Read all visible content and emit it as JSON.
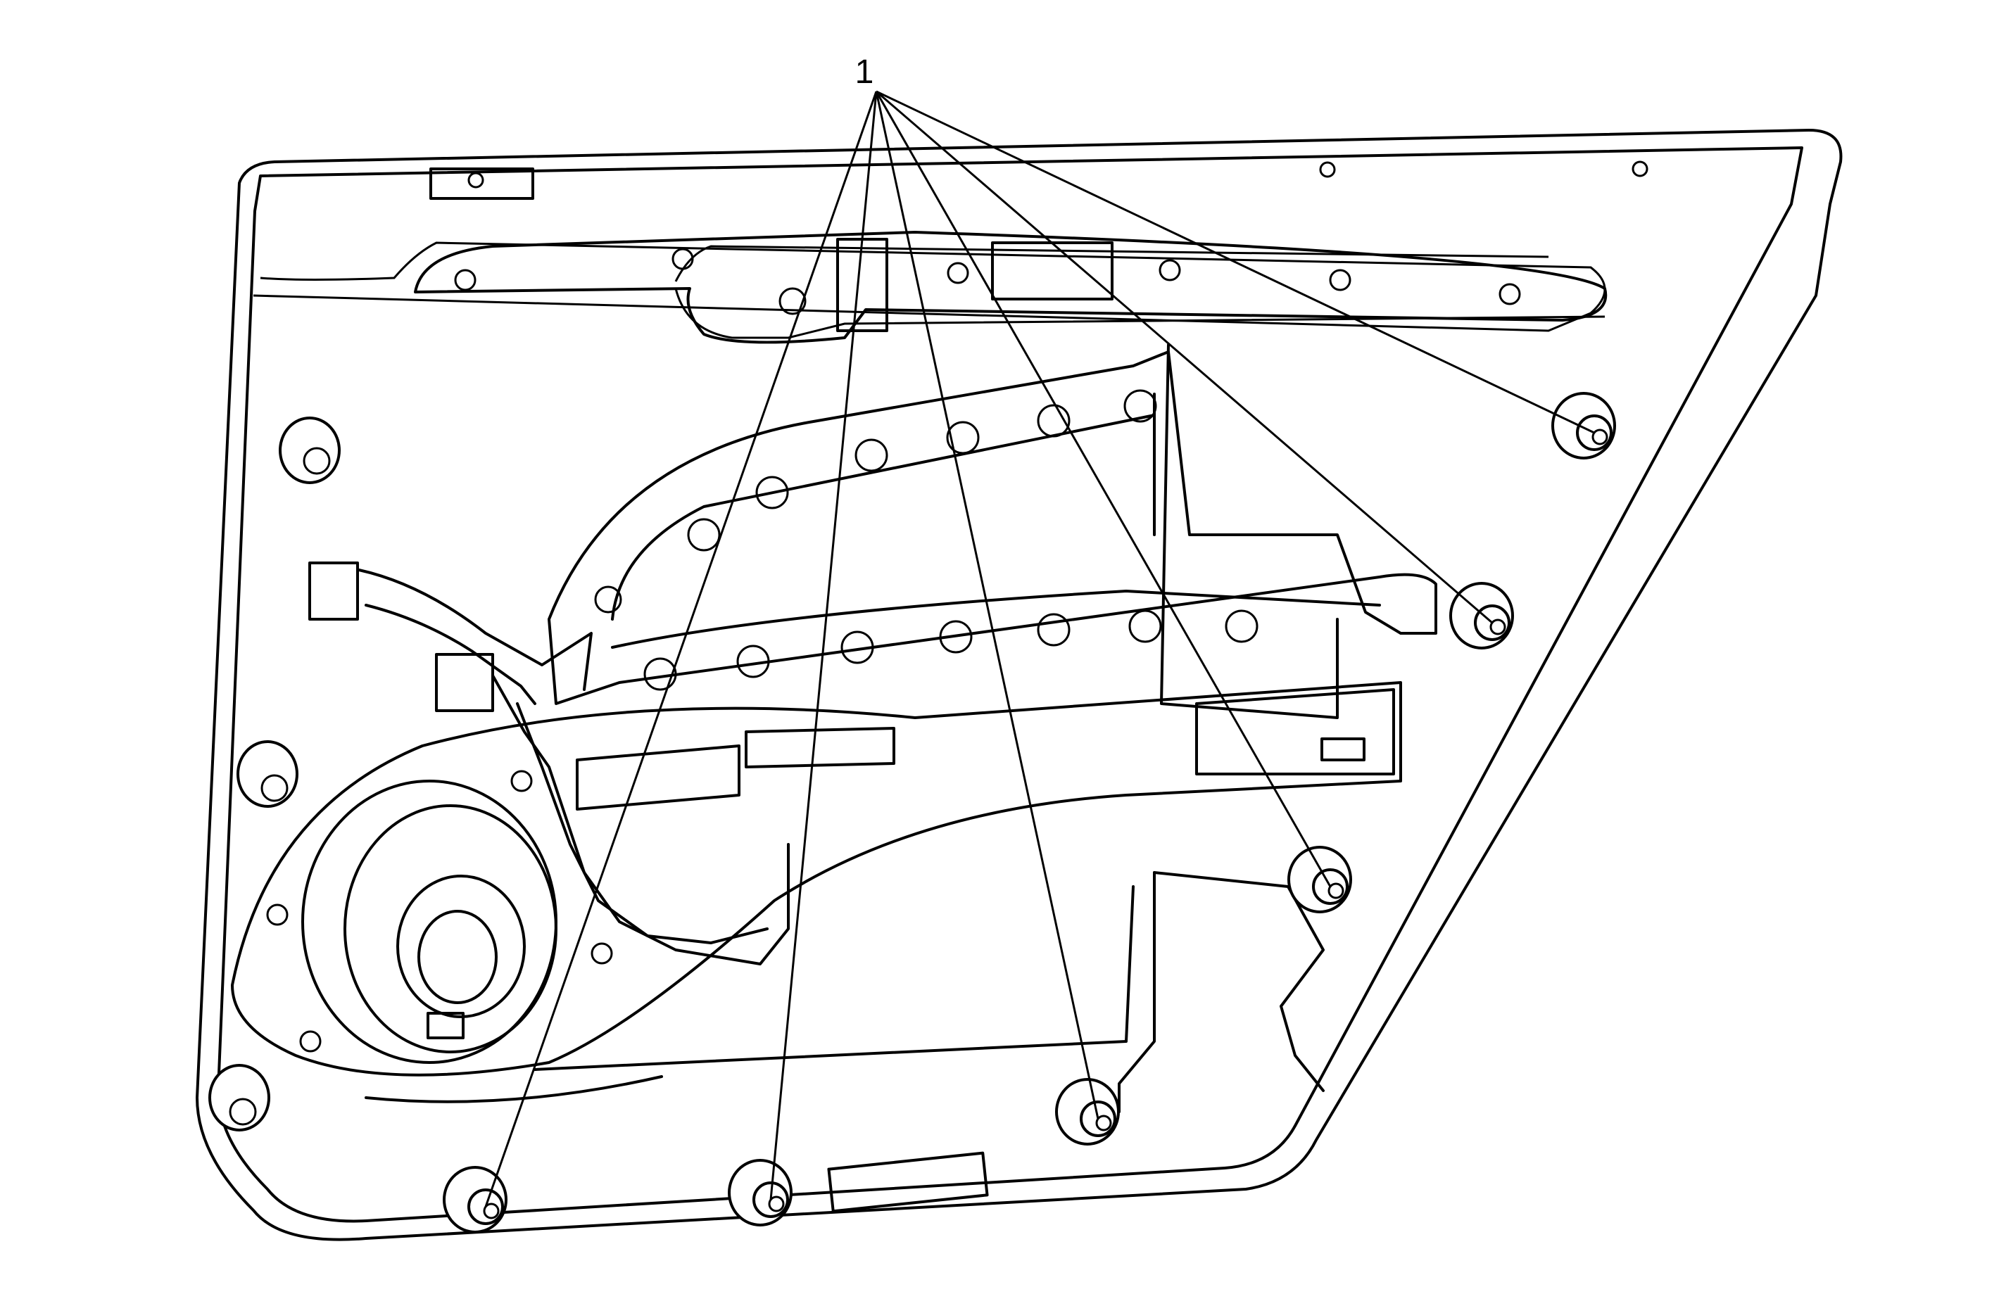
{
  "callout": {
    "label": "1"
  },
  "fasteners": [
    {
      "name": "fastener-upper-right"
    },
    {
      "name": "fastener-right-middle"
    },
    {
      "name": "fastener-right-lower"
    },
    {
      "name": "fastener-bottom-right"
    },
    {
      "name": "fastener-bottom-center"
    },
    {
      "name": "fastener-bottom-left"
    }
  ]
}
